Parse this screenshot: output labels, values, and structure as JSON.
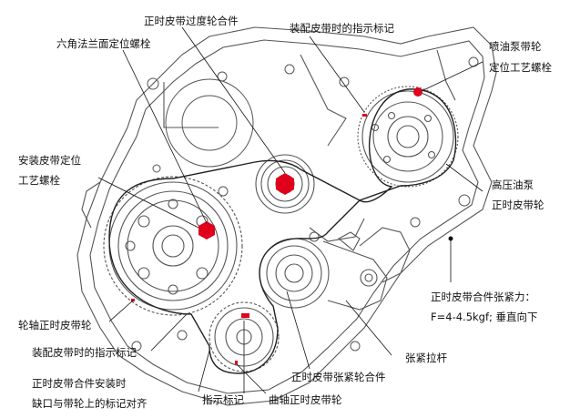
{
  "labels": {
    "idler_assembly": "正时皮带过度轮合件",
    "assembly_mark": "装配皮带时的指示标记",
    "hex_flange_bolt": "六角法兰面定位螺栓",
    "pump_bolt_1": "喷油泵带轮",
    "pump_bolt_2": "定位工艺螺栓",
    "belt_locating_1": "安装皮带定位",
    "belt_locating_2": "工艺螺栓",
    "hp_pump_1": "高压油泵",
    "hp_pump_2": "正时皮带轮",
    "tension_force_1": "正时皮带合件张紧力：",
    "tension_force_2": "F=4-4.5kgf;  垂直向下",
    "wheel_axle_pulley": "轮轴正时皮带轮",
    "assembly_mark_bottom": "装配皮带时的指示标记",
    "install_note_1": "正时皮带合件安装时",
    "install_note_2": "缺口与带轮上的标记对齐",
    "indicator_mark": "指示标记",
    "crankshaft_pulley": "曲轴正时皮带轮",
    "tensioner_assembly": "正时皮带张紧轮合件",
    "tension_rod": "张紧拉杆"
  },
  "colors": {
    "line": "#111111",
    "engine": "#555555",
    "marker": "#e0001b"
  }
}
